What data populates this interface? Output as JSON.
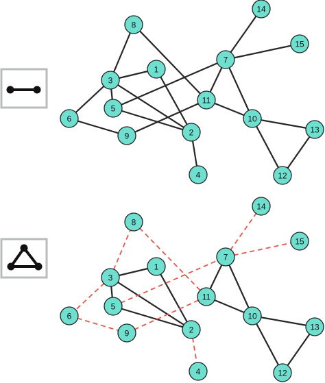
{
  "colors": {
    "node_fill": "#6fe0cf",
    "edge_solid": "#262626",
    "edge_dashed": "#e2574c",
    "icon_border": "#b7bcb8"
  },
  "icons": {
    "top": "edge-motif-icon",
    "bottom": "triangle-motif-icon"
  },
  "graphs": [
    {
      "id": "edge-motif-graph",
      "nodes": [
        "1",
        "2",
        "3",
        "4",
        "5",
        "6",
        "7",
        "8",
        "9",
        "10",
        "11",
        "12",
        "13",
        "14",
        "15"
      ],
      "solid_edges": [
        [
          "3",
          "8"
        ],
        [
          "8",
          "11"
        ],
        [
          "3",
          "1"
        ],
        [
          "3",
          "5"
        ],
        [
          "3",
          "6"
        ],
        [
          "3",
          "2"
        ],
        [
          "1",
          "2"
        ],
        [
          "5",
          "7"
        ],
        [
          "5",
          "2"
        ],
        [
          "6",
          "9"
        ],
        [
          "9",
          "11"
        ],
        [
          "2",
          "4"
        ],
        [
          "11",
          "7"
        ],
        [
          "11",
          "10"
        ],
        [
          "7",
          "14"
        ],
        [
          "7",
          "15"
        ],
        [
          "7",
          "10"
        ],
        [
          "10",
          "13"
        ],
        [
          "10",
          "12"
        ],
        [
          "12",
          "13"
        ]
      ],
      "dashed_edges": []
    },
    {
      "id": "triangle-motif-graph",
      "nodes": [
        "1",
        "2",
        "3",
        "4",
        "5",
        "6",
        "7",
        "8",
        "9",
        "10",
        "11",
        "12",
        "13",
        "14",
        "15"
      ],
      "solid_edges": [
        [
          "3",
          "1"
        ],
        [
          "3",
          "5"
        ],
        [
          "3",
          "2"
        ],
        [
          "1",
          "2"
        ],
        [
          "5",
          "2"
        ],
        [
          "11",
          "7"
        ],
        [
          "7",
          "10"
        ],
        [
          "11",
          "10"
        ],
        [
          "10",
          "13"
        ],
        [
          "10",
          "12"
        ],
        [
          "12",
          "13"
        ]
      ],
      "dashed_edges": [
        [
          "3",
          "8"
        ],
        [
          "8",
          "11"
        ],
        [
          "3",
          "6"
        ],
        [
          "6",
          "9"
        ],
        [
          "9",
          "11"
        ],
        [
          "5",
          "7"
        ],
        [
          "7",
          "14"
        ],
        [
          "7",
          "15"
        ],
        [
          "2",
          "4"
        ]
      ]
    }
  ]
}
